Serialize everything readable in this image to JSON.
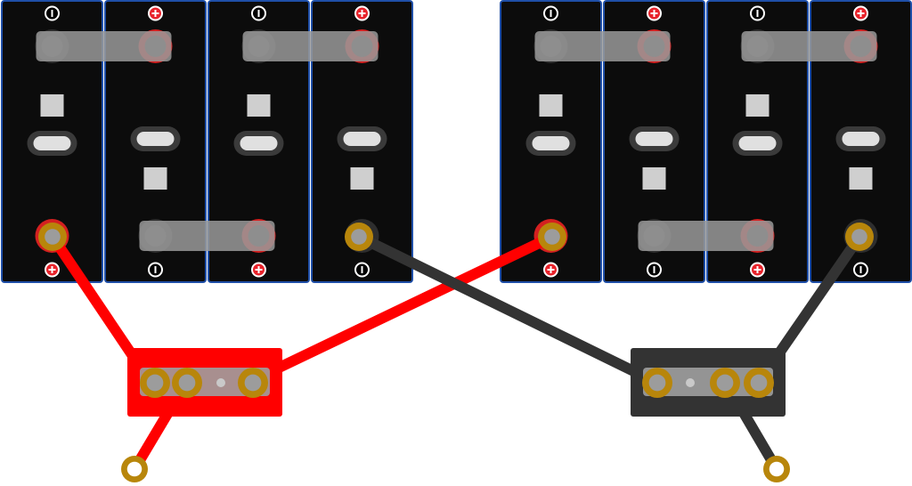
{
  "diagram": {
    "banks": [
      {
        "id": "bank-left",
        "cells": 4,
        "top_terminals": [
          "negative",
          "positive",
          "negative",
          "positive"
        ],
        "bottom_terminals": [
          "positive",
          "negative",
          "positive",
          "negative"
        ]
      },
      {
        "id": "bank-right",
        "cells": 4,
        "top_terminals": [
          "negative",
          "positive",
          "negative",
          "positive"
        ],
        "bottom_terminals": [
          "positive",
          "negative",
          "positive",
          "negative"
        ]
      }
    ],
    "busbars": [
      {
        "polarity": "positive",
        "color": "#ff0000"
      },
      {
        "polarity": "negative",
        "color": "#333333"
      }
    ],
    "colors": {
      "cell_body": "#0c0c0c",
      "cell_border": "#1f4fa8",
      "positive_cable": "#ff0000",
      "negative_cable": "#333333",
      "lug": "#b8860b",
      "link_bar": "#9a9a9a"
    },
    "symbols": {
      "positive": "+",
      "negative": "−"
    },
    "icons": [
      "battery-cell-icon",
      "terminal-lug-icon",
      "busbar-icon",
      "cable-icon"
    ]
  }
}
